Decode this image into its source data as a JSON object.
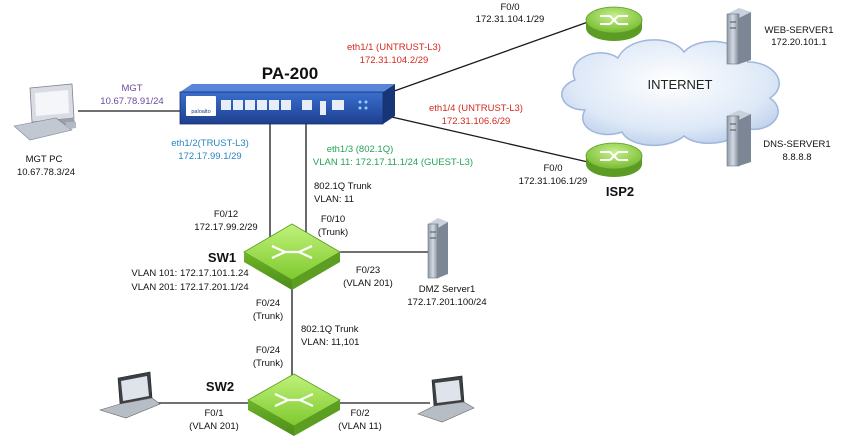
{
  "firewall": {
    "name": "PA-200",
    "brand": "paloalto"
  },
  "internet": {
    "label": "INTERNET"
  },
  "isp2": {
    "name": "ISP2"
  },
  "isp1_router": {
    "iface": "F0/0",
    "ip": "172.31.104.1/29"
  },
  "isp2_router": {
    "iface": "F0/0",
    "ip": "172.31.106.1/29"
  },
  "web_server": {
    "name": "WEB-SERVER1",
    "ip": "172.20.101.1"
  },
  "dns_server": {
    "name": "DNS-SERVER1",
    "ip": "8.8.8.8"
  },
  "eth1_1": {
    "name": "eth1/1 (UNTRUST-L3)",
    "ip": "172.31.104.2/29"
  },
  "eth1_4": {
    "name": "eth1/4 (UNTRUST-L3)",
    "ip": "172.31.106.6/29"
  },
  "eth1_3": {
    "name": "eth1/3 (802.1Q)",
    "vlan": "VLAN 11: 172.17.11.1/24 (GUEST-L3)"
  },
  "eth1_2": {
    "name": "eth1/2(TRUST-L3)",
    "ip": "172.17.99.1/29"
  },
  "mgt": {
    "name": "MGT",
    "ip": "10.67.78.91/24"
  },
  "mgt_pc": {
    "name": "MGT PC",
    "ip": "10.67.78.3/24"
  },
  "trunk1": {
    "label": "802.1Q Trunk",
    "vlan": "VLAN: 11"
  },
  "sw1_f012": {
    "iface": "F0/12",
    "ip": "172.17.99.2/29"
  },
  "sw1_f010": {
    "iface": "F0/10",
    "mode": "(Trunk)"
  },
  "sw1": {
    "name": "SW1",
    "vlan101": "VLAN 101: 172.17.101.1.24",
    "vlan201": "VLAN 201: 172.17.201.1/24"
  },
  "sw1_f023": {
    "iface": "F0/23",
    "vlan": "(VLAN 201)"
  },
  "dmz_server": {
    "name": "DMZ Server1",
    "ip": "172.17.201.100/24"
  },
  "sw1_f024": {
    "iface": "F0/24",
    "mode": "(Trunk)"
  },
  "trunk2": {
    "label": "802.1Q Trunk",
    "vlan": "VLAN: 11,101"
  },
  "sw2_f024": {
    "iface": "F0/24",
    "mode": "(Trunk)"
  },
  "sw2": {
    "name": "SW2"
  },
  "sw2_f01": {
    "iface": "F0/1",
    "vlan": "(VLAN 201)"
  },
  "sw2_f02": {
    "iface": "F0/2",
    "vlan": "(VLAN 11)"
  },
  "colors": {
    "red": "#d42a1e",
    "blue": "#2a86c2",
    "purple": "#6a4a9e",
    "green": "#26a35a",
    "switch": "#8ad13a"
  }
}
